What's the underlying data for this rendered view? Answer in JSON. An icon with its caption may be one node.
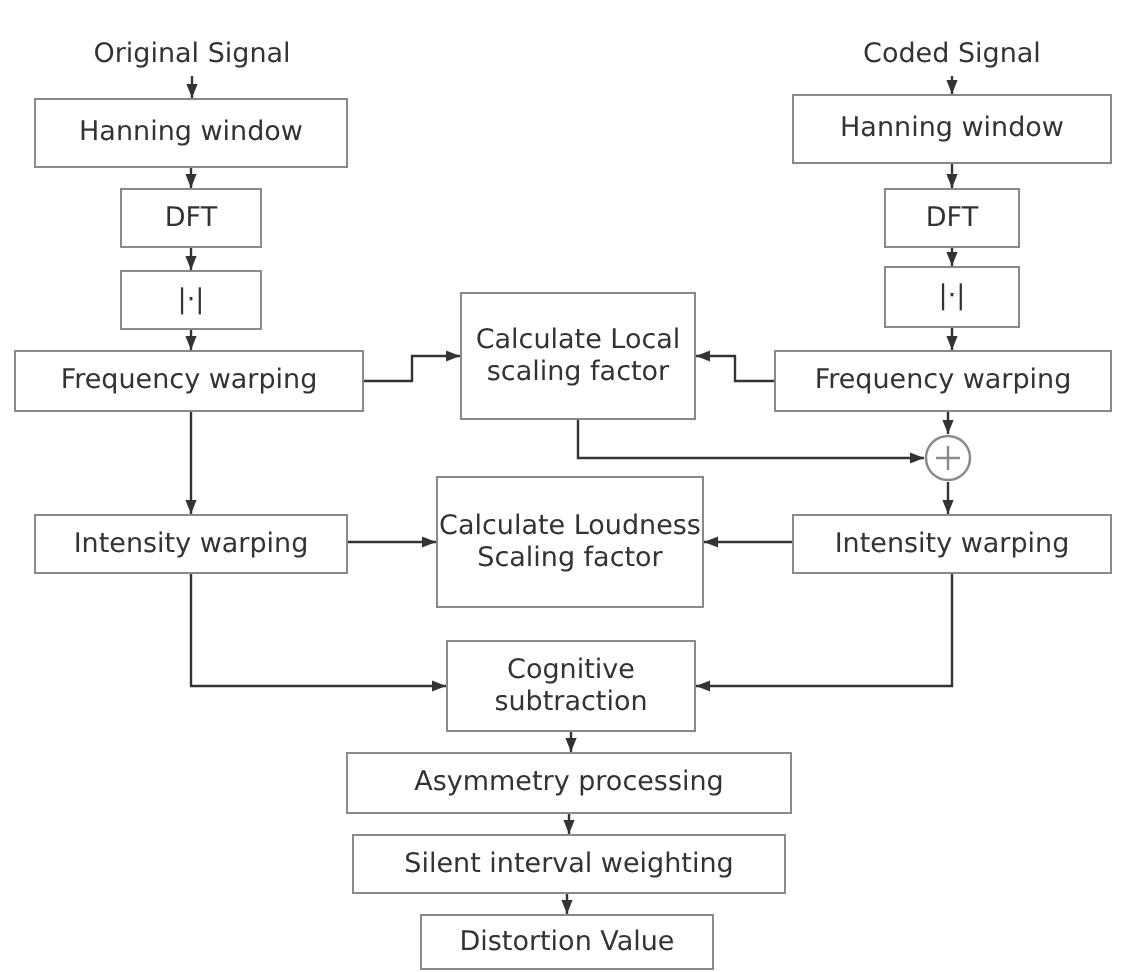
{
  "diagram": {
    "nodes": [
      {
        "text": [
          "Original Signal"
        ]
      },
      {
        "text": [
          "Hanning window"
        ]
      },
      {
        "text": [
          "DFT"
        ]
      },
      {
        "text": [
          "|·|"
        ]
      },
      {
        "text": [
          "Frequency warping"
        ]
      },
      {
        "text": [
          "Coded Signal"
        ]
      },
      {
        "text": [
          "Hanning window"
        ]
      },
      {
        "text": [
          "DFT"
        ]
      },
      {
        "text": [
          "|·|"
        ]
      },
      {
        "text": [
          "Calculate Local scaling factor"
        ]
      },
      {
        "text": [
          "Frequency warping"
        ]
      },
      {
        "text": [],
        "shape": "circle"
      },
      {
        "text": [
          "Intensity warping"
        ]
      },
      {
        "text": [
          "Calculate Loudness Scaling factor"
        ]
      },
      {
        "text": [
          "Intensity warping"
        ]
      },
      {
        "text": [
          "Cognitive subtraction"
        ]
      },
      {
        "text": [
          "Asymmetry processing"
        ]
      },
      {
        "text": [
          "Silent interval weighting"
        ]
      },
      {
        "text": [
          "Distortion Value"
        ]
      }
    ],
    "edges": [
      {
        "from": 0,
        "to": 1,
        "arrow": "to"
      },
      {
        "from": 1,
        "to": 2,
        "arrow": "to"
      },
      {
        "from": 2,
        "to": 3,
        "arrow": "to"
      },
      {
        "from": 3,
        "to": 4,
        "arrow": "to"
      },
      {
        "from": 4,
        "to": 9,
        "arrow": "to"
      },
      {
        "from": 4,
        "to": 12,
        "arrow": "to"
      },
      {
        "from": 5,
        "to": 6,
        "arrow": "to"
      },
      {
        "from": 6,
        "to": 7,
        "arrow": "to"
      },
      {
        "from": 7,
        "to": 8,
        "arrow": "to"
      },
      {
        "from": 8,
        "to": 10,
        "arrow": "to"
      },
      {
        "from": 10,
        "to": 9,
        "arrow": "to"
      },
      {
        "from": 10,
        "to": 11,
        "arrow": "to"
      },
      {
        "from": 9,
        "to": 11,
        "arrow": "to"
      },
      {
        "from": 11,
        "to": 14,
        "arrow": "to"
      },
      {
        "from": 12,
        "to": 13,
        "arrow": "to"
      },
      {
        "from": 14,
        "to": 13,
        "arrow": "to"
      },
      {
        "from": 12,
        "to": 15,
        "arrow": "to"
      },
      {
        "from": 14,
        "to": 15,
        "arrow": "to"
      },
      {
        "from": 15,
        "to": 16,
        "arrow": "to"
      },
      {
        "from": 16,
        "to": 17,
        "arrow": "to"
      },
      {
        "from": 17,
        "to": 18,
        "arrow": "to"
      }
    ]
  }
}
